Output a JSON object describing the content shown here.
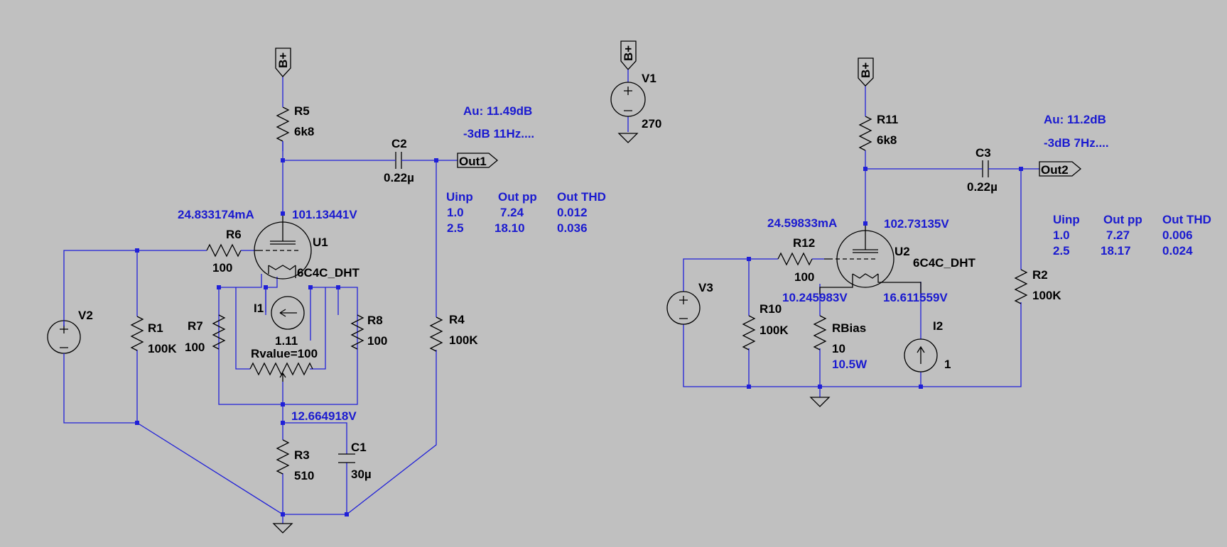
{
  "left": {
    "supply": "B+",
    "r5": {
      "name": "R5",
      "value": "6k8"
    },
    "c2": {
      "name": "C2",
      "value": "0.22µ"
    },
    "out": "Out1",
    "au": "Au: 11.49dB",
    "bw": "-3dB 11Hz....",
    "current": "24.833174mA",
    "plate_v": "101.13441V",
    "r6": {
      "name": "R6",
      "value": "100"
    },
    "u1": {
      "name": "U1",
      "model": "6C4C_DHT"
    },
    "v2": "V2",
    "r1": {
      "name": "R1",
      "value": "100K"
    },
    "r7": {
      "name": "R7",
      "value": "100"
    },
    "i1": {
      "name": "I1",
      "value": "1.11"
    },
    "pot": "Rvalue=100",
    "r8": {
      "name": "R8",
      "value": "100"
    },
    "r4": {
      "name": "R4",
      "value": "100K"
    },
    "cathode_v": "12.664918V",
    "r3": {
      "name": "R3",
      "value": "510"
    },
    "c1": {
      "name": "C1",
      "value": "30µ"
    },
    "table": {
      "headers": [
        "Uinp",
        "Out pp",
        "Out THD"
      ],
      "rows": [
        [
          "1.0",
          "7.24",
          "0.012"
        ],
        [
          "2.5",
          "18.10",
          "0.036"
        ]
      ]
    }
  },
  "mid": {
    "supply": "B+",
    "v1": {
      "name": "V1",
      "value": "270"
    }
  },
  "right": {
    "supply": "B+",
    "r11": {
      "name": "R11",
      "value": "6k8"
    },
    "c3": {
      "name": "C3",
      "value": "0.22µ"
    },
    "out": "Out2",
    "au": "Au: 11.2dB",
    "bw": "-3dB 7Hz....",
    "current": "24.59833mA",
    "plate_v": "102.73135V",
    "r12": {
      "name": "R12",
      "value": "100"
    },
    "u2": {
      "name": "U2",
      "model": "6C4C_DHT"
    },
    "v3": "V3",
    "r10": {
      "name": "R10",
      "value": "100K"
    },
    "fil_left_v": "10.245983V",
    "fil_right_v": "16.611559V",
    "rbias": {
      "name": "RBias",
      "value": "10",
      "power": "10.5W"
    },
    "i2": {
      "name": "I2",
      "value": "1"
    },
    "r2": {
      "name": "R2",
      "value": "100K"
    },
    "table": {
      "headers": [
        "Uinp",
        "Out pp",
        "Out THD"
      ],
      "rows": [
        [
          "1.0",
          "7.27",
          "0.006"
        ],
        [
          "2.5",
          "18.17",
          "0.024"
        ]
      ]
    }
  }
}
